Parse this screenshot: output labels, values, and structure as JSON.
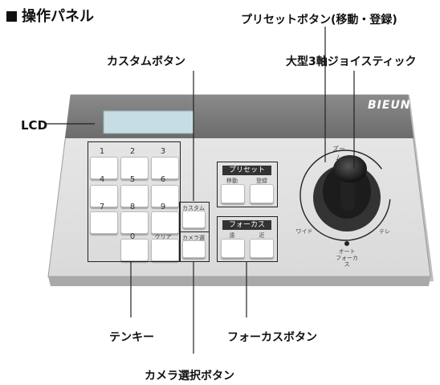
{
  "title": "操作パネル",
  "callouts": {
    "preset_button": "プリセットボタン(移動・登録)",
    "custom_button": "カスタムボタン",
    "joystick": "大型3軸ジョイスティック",
    "lcd": "LCD",
    "tenkey": "テンキー",
    "focus_button": "フォーカスボタン",
    "camera_select": "カメラ選択ボタン"
  },
  "panel": {
    "brand": "BIEUN",
    "keys": [
      "1",
      "2",
      "3",
      "4",
      "5",
      "6",
      "7",
      "8",
      "9",
      "0",
      "クリア"
    ],
    "custom_label": "カスタム",
    "camera_label": "カメラ選択",
    "preset_header": "プリセット",
    "preset_move": "移動",
    "preset_register": "登録",
    "focus_header": "フォーカス",
    "focus_near": "遠",
    "focus_far": "近",
    "zoom_label": "ズーム",
    "wide_label": "ワイド",
    "tele_label": "テレ",
    "auto_focus_1": "オート",
    "auto_focus_2": "フォーカス"
  }
}
